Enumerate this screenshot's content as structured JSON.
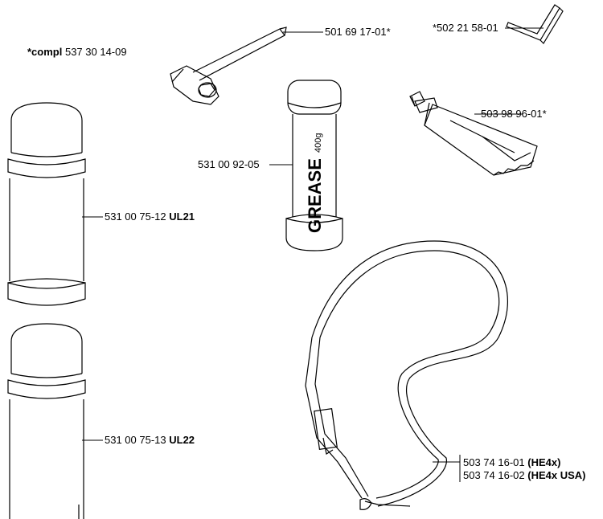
{
  "compl": {
    "prefix": "*compl",
    "number": "537 30 14-09"
  },
  "parts": {
    "wrench": "501 69 17-01*",
    "hex_key": "*502 21 58-01",
    "tube": "503 98 96-01*",
    "grease": "531 00 92-05",
    "grease_text": "GREASE",
    "grease_weight": "400g",
    "can1_number": "531 00 75-12",
    "can1_bold": "UL21",
    "can2_number": "531 00 75-13",
    "can2_bold": "UL22",
    "strap1_number": "503 74 16-01",
    "strap1_bold": "(HE4x)",
    "strap2_number": "503 74 16-02",
    "strap2_bold": "(HE4x USA)"
  }
}
